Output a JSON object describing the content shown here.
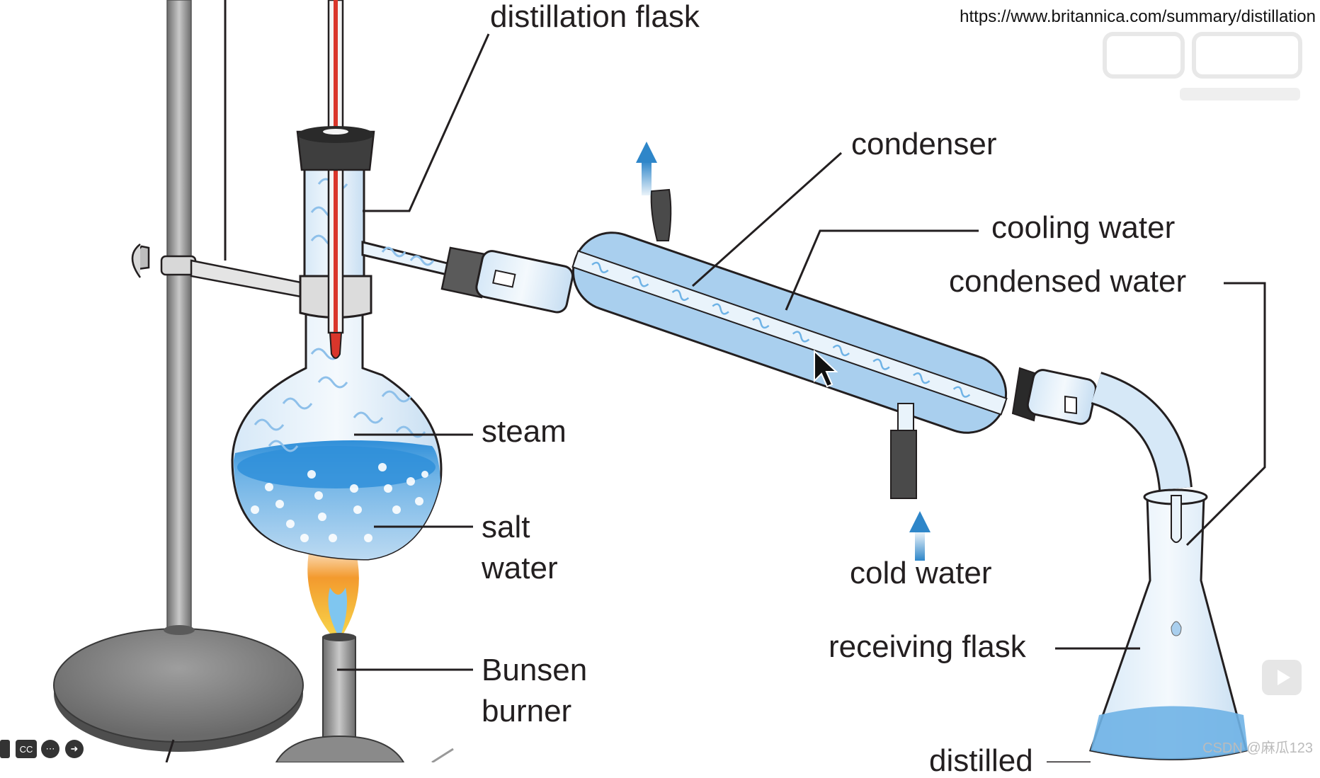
{
  "source_url": "https://www.britannica.com/summary/distillation",
  "labels": {
    "distillation_flask": "distillation flask",
    "condenser": "condenser",
    "cooling_water": "cooling water",
    "condensed_water": "condensed water",
    "steam": "steam",
    "salt_water": "salt water",
    "cold_water": "cold water",
    "receiving_flask": "receiving flask",
    "bunsen_burner": "Bunsen burner",
    "distilled": "distilled"
  },
  "watermark": {
    "csdn": "CSDN @麻瓜123"
  },
  "controls": {
    "cc": "CC",
    "more": "⋯",
    "next": "➜"
  },
  "colors": {
    "water_light": "#a9cfee",
    "water_mid": "#6fb3e6",
    "water_deep": "#2f8fd9",
    "glass": "#e9f3fb",
    "outline": "#231f20",
    "metal": "#8c8c8c",
    "stand_base": "#7d7d7d",
    "arrow": "#2e86c9",
    "thermo_red": "#d9362b",
    "flame_orange": "#f39a2e",
    "flame_yellow": "#f7d54a"
  }
}
